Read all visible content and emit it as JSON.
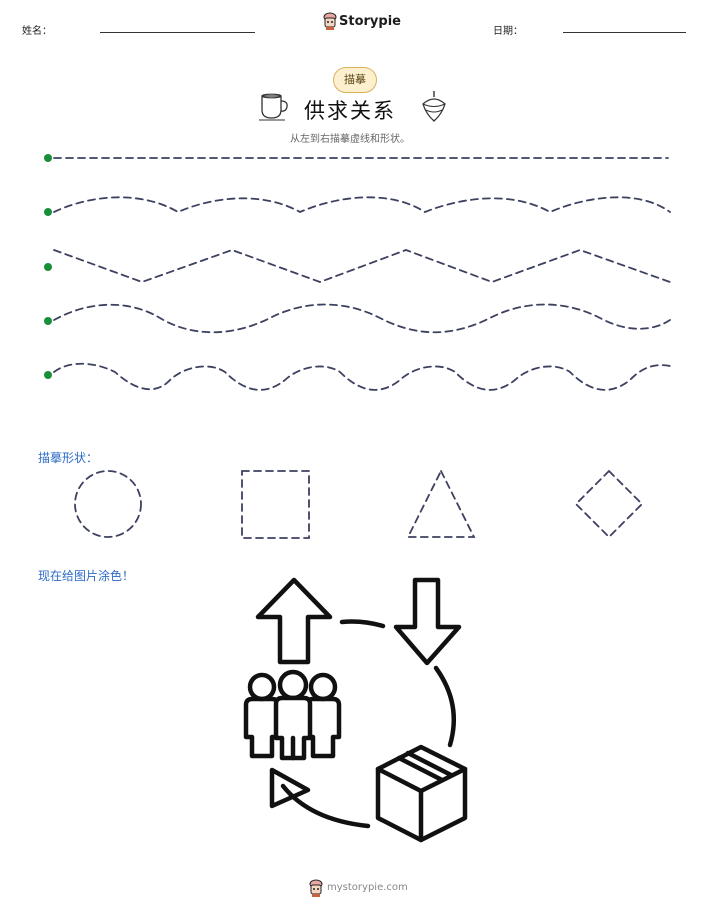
{
  "header": {
    "name_label": "姓名：",
    "date_label": "日期：",
    "brand": "Storypie"
  },
  "badge": "描摹",
  "title": "供求关系",
  "subtitle": "从左到右描摹虚线和形状。",
  "sections": {
    "trace_shapes": "描摹形状：",
    "color_picture": "现在给图片涂色！"
  },
  "footer": "mystorypie.com",
  "colors": {
    "dash": "#3d4160",
    "start_dot": "#1a8f3b",
    "section_text": "#2d6bc6",
    "badge_bg": "#fdf0cf"
  },
  "icons": [
    "storypie-logo-icon",
    "teacup-icon",
    "spinning-top-icon",
    "up-arrow-icon",
    "down-arrow-icon",
    "people-icon",
    "box-icon",
    "curved-arrow-icon"
  ]
}
